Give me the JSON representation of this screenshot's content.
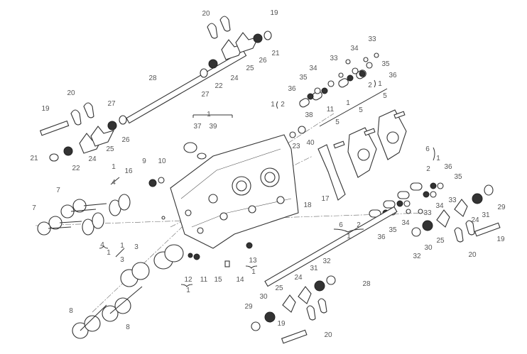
{
  "diagram": {
    "title": "Cylinder head exploded view",
    "callouts": [
      "20",
      "19",
      "21",
      "26",
      "25",
      "24",
      "22",
      "27",
      "28",
      "20",
      "19",
      "27",
      "26",
      "25",
      "24",
      "22",
      "21",
      "1",
      "37",
      "39",
      "9",
      "10",
      "16",
      "1",
      "33",
      "34",
      "35",
      "36",
      "2",
      "1",
      "33",
      "34",
      "35",
      "36",
      "2",
      "1",
      "38",
      "11",
      "5",
      "1",
      "5",
      "5",
      "23",
      "40",
      "6",
      "1",
      "2",
      "36",
      "35",
      "17",
      "18",
      "6",
      "2",
      "1",
      "36",
      "35",
      "34",
      "33",
      "34",
      "33",
      "29",
      "31",
      "24",
      "25",
      "30",
      "32",
      "20",
      "19",
      "28",
      "32",
      "31",
      "24",
      "25",
      "30",
      "19",
      "20",
      "29",
      "4",
      "7",
      "7",
      "4",
      "1",
      "1",
      "3",
      "3",
      "12",
      "1",
      "11",
      "15",
      "14",
      "13",
      "1",
      "8",
      "8"
    ]
  }
}
